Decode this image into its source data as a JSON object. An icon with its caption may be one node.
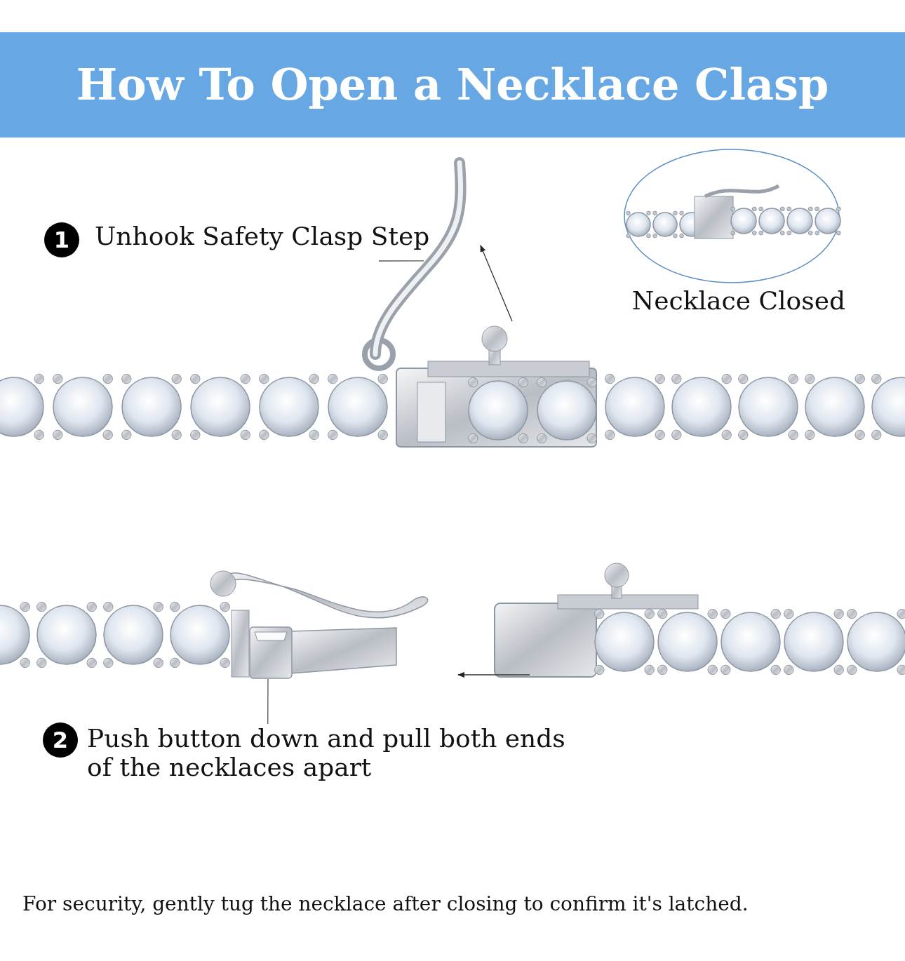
{
  "diagram": {
    "title": "How To Open a Necklace Clasp",
    "nodes": [
      {
        "text": [
          "Unhook Safety Clasp Step"
        ]
      },
      {
        "text": [],
        "shape": "picture"
      },
      {
        "text": [
          "Necklace Closed"
        ]
      },
      {
        "text": [
          "Push button down and pull both ends of the necklaces apart"
        ]
      },
      {
        "text": [],
        "shape": "picture"
      }
    ],
    "edges": [
      {
        "from": 0,
        "to": 1,
        "arrow": "none"
      },
      {
        "from": 3,
        "to": 4,
        "arrow": "none"
      }
    ],
    "labels": [
      "1",
      "2",
      "For security, gently tug the necklace after closing to confirm it's latched."
    ]
  }
}
